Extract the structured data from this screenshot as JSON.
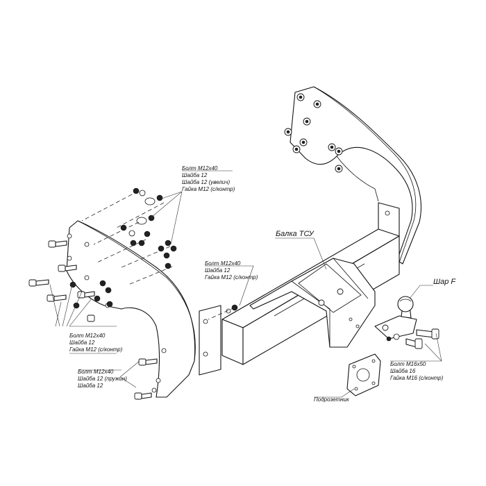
{
  "labels": {
    "kit_top": {
      "line1": "Болт M12х40",
      "line2": "Шайба 12",
      "line3": "Шайба 12 (увелич)",
      "line4": "Гайка М12 (с/контр)"
    },
    "kit_middle": {
      "line1": "Болт M12х40",
      "line2": "Шайба 12",
      "line3": "Гайка М12 (с/контр)"
    },
    "kit_left": {
      "line1": "Болт M12х40",
      "line2": "Шайба 12",
      "line3": "Гайка М12 (с/контр)"
    },
    "kit_bottom": {
      "line1": "Болт M12х40",
      "line2": "Шайба 12 (пружин)",
      "line3": "Шайба 12"
    },
    "kit_ball": {
      "line1": "Болт M16х50",
      "line2": "Шайба 16",
      "line3": "Гайка М16 (с/контр)"
    },
    "beam": "Балка ТСУ",
    "ball": "Шар F",
    "socket_plate": "Подрозетник"
  }
}
